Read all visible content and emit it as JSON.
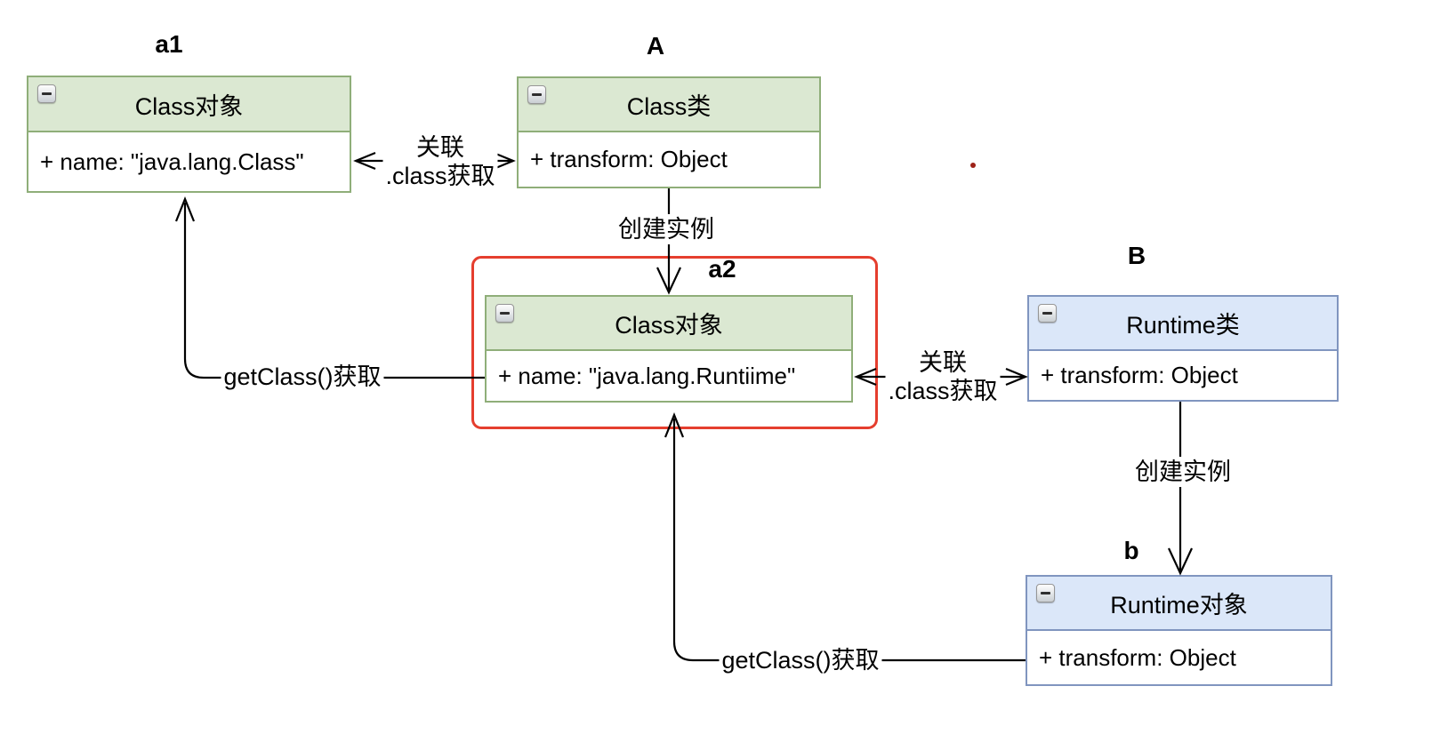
{
  "diagram": {
    "nodes": {
      "a1": {
        "label": "a1",
        "title": "Class对象",
        "attribute": "+ name: \"java.lang.Class\"",
        "theme": "green"
      },
      "A": {
        "label": "A",
        "title": "Class类",
        "attribute": "+ transform: Object",
        "theme": "green"
      },
      "a2": {
        "label": "a2",
        "title": "Class对象",
        "attribute": "+ name: \"java.lang.Runtiime\"",
        "theme": "green"
      },
      "B": {
        "label": "B",
        "title": "Runtime类",
        "attribute": "+ transform: Object",
        "theme": "blue"
      },
      "b": {
        "label": "b",
        "title": "Runtime对象",
        "attribute": "+ transform: Object",
        "theme": "blue"
      }
    },
    "edges": {
      "assoc_a1_A": {
        "line1": "关联",
        "line2": ".class获取"
      },
      "assoc_a2_B": {
        "line1": "关联",
        "line2": ".class获取"
      },
      "create_A_a2": {
        "label": "创建实例"
      },
      "create_B_b": {
        "label": "创建实例"
      },
      "getclass_a2_a1": {
        "label": "getClass()获取"
      },
      "getclass_b_a2": {
        "label": "getClass()获取"
      }
    },
    "colors": {
      "green_fill": "#dbe8d2",
      "green_stroke": "#8fae79",
      "blue_fill": "#dbe7f9",
      "blue_stroke": "#8095bf",
      "red_group_stroke": "#e53e2e",
      "edge_line": "#000000",
      "red_dot": "#9e2218",
      "background": "#ffffff"
    }
  }
}
